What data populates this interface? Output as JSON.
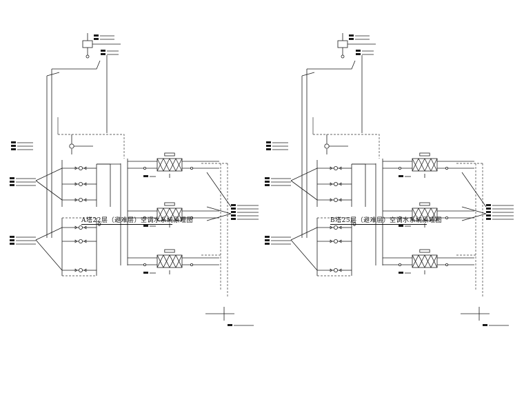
{
  "diagrams": [
    {
      "id": "A",
      "title": "A塔22层（避难层）空调水系统原理图"
    },
    {
      "id": "B",
      "title": "B塔25层（避难层）空调水系统原理图"
    }
  ],
  "colors": {
    "line": "#1a1a1a",
    "dashed": "#333333",
    "text": "#111111",
    "background": "#ffffff"
  }
}
